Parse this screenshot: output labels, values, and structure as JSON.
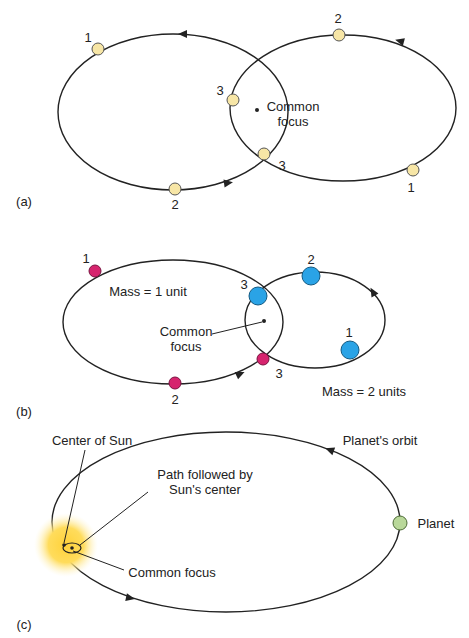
{
  "diagram": {
    "labels": [
      "1",
      "2",
      "3",
      "Common focus",
      "3",
      "2",
      "1",
      "(a)",
      "1",
      "Mass = 1 unit",
      "3",
      "2",
      "Common focus",
      "3",
      "2",
      "1",
      "Mass = 2 units",
      "(b)",
      "Center of Sun",
      "Planet's orbit",
      "Path followed by Sun's center",
      "Common focus",
      "Planet",
      "(c)"
    ]
  }
}
